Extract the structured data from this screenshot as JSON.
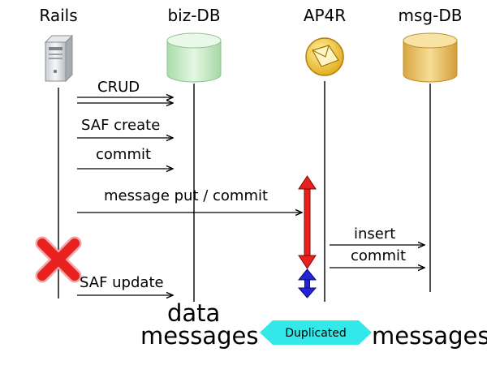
{
  "participants": {
    "rails": "Rails",
    "biz_db": "biz-DB",
    "ap4r": "AP4R",
    "msg_db": "msg-DB"
  },
  "messages": {
    "crud": "CRUD",
    "saf_create": "SAF create",
    "commit1": "commit",
    "message_put_commit": "message put / commit",
    "insert": "insert",
    "commit2": "commit",
    "saf_update": "SAF update"
  },
  "footer": {
    "data": "data",
    "messages_left": "messages",
    "duplicated": "Duplicated",
    "messages_right": "messages"
  },
  "colors": {
    "red_arrow": "#e8201e",
    "blue_arrow": "#2324d9",
    "duplicated_badge": "#33e8e8",
    "biz_db": "#c8ecc6",
    "msg_db": "#ecc66a"
  }
}
